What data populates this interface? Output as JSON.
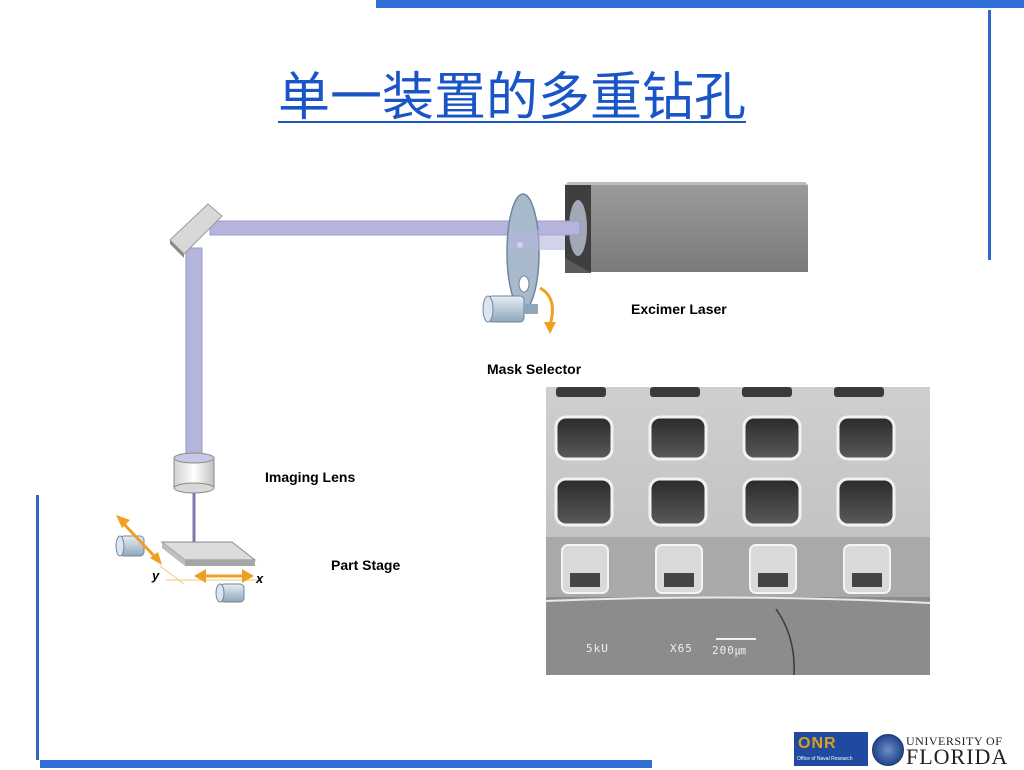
{
  "slide": {
    "title": "单一装置的多重钻孔"
  },
  "diagram": {
    "labels": {
      "excimer_laser": "Excimer Laser",
      "mask_selector": "Mask Selector",
      "imaging_lens": "Imaging Lens",
      "part_stage": "Part Stage"
    },
    "axes": {
      "x": "x",
      "y": "y"
    }
  },
  "sem_image": {
    "voltage": "5kU",
    "magnification": "X65",
    "scale": "200㎛"
  },
  "logos": {
    "onr": "ONR",
    "onr_caption": "Office of Naval Research",
    "university_line1": "UNIVERSITY OF",
    "university_line2": "FLORIDA"
  },
  "colors": {
    "accent_blue": "#2f6fd6",
    "title_blue": "#1a55c8",
    "beam": "#b4b4dc",
    "arrow_orange": "#f0a020"
  }
}
